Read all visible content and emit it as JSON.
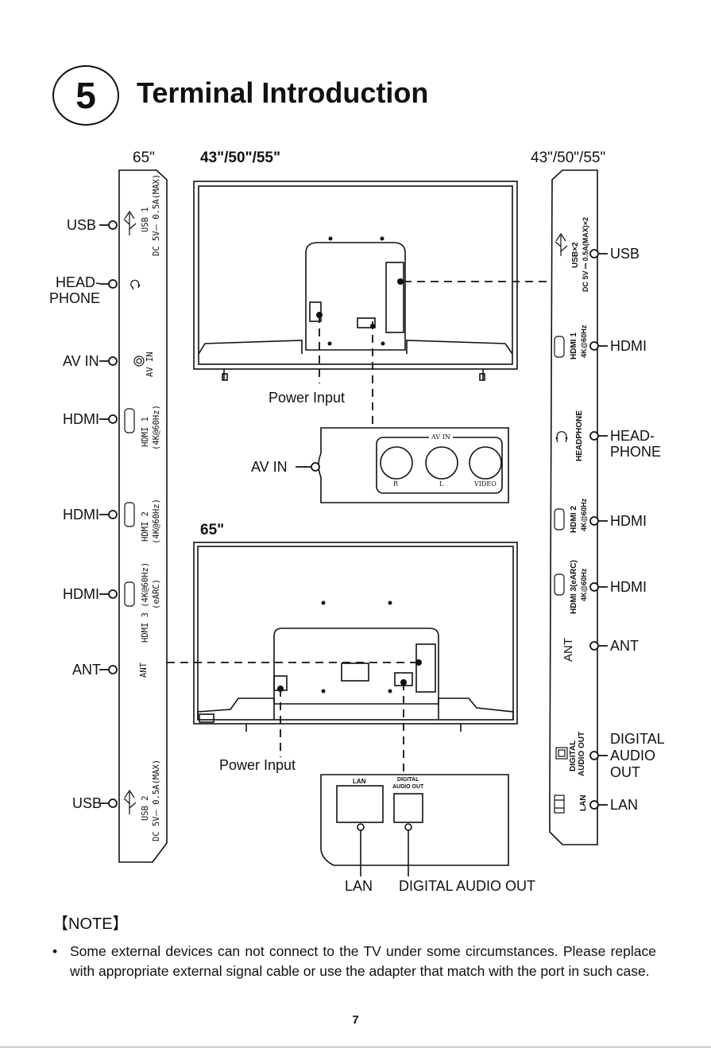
{
  "section": {
    "number": "5",
    "title": "Terminal Introduction"
  },
  "left_panel": {
    "size": "65\"",
    "ports": [
      {
        "label": "USB",
        "text1": "USB 1",
        "text2": "DC 5V⎓ 0.5A(MAX)"
      },
      {
        "label": "HEAD-\nPHONE"
      },
      {
        "label": "AV IN",
        "text1": "AV IN"
      },
      {
        "label": "HDMI",
        "text1": "HDMI 1",
        "text2": "(4K@60Hz)"
      },
      {
        "label": "HDMI",
        "text1": "HDMI 2",
        "text2": "(4K@60Hz)"
      },
      {
        "label": "HDMI",
        "text1": "HDMI 3 (4K@60Hz)",
        "text2": "(eARC)"
      },
      {
        "label": "ANT",
        "text1": "ANT"
      },
      {
        "label": "USB",
        "text1": "USB 2",
        "text2": "DC 5V⎓ 0.5A(MAX)"
      }
    ]
  },
  "center": {
    "top_size": "43\"/50\"/55\"",
    "top_power_label": "Power Input",
    "av_in_box": {
      "label": "AV IN",
      "caption": "AV IN",
      "jacks": [
        "R",
        "L",
        "VIDEO"
      ]
    },
    "bottom_size": "65\"",
    "bottom_power_label": "Power Input",
    "lan_box": {
      "lan_caption": "LAN",
      "digital_caption": "DIGITAL\nAUDIO OUT",
      "lan_label": "LAN",
      "digital_label": "DIGITAL AUDIO OUT"
    }
  },
  "right_panel": {
    "size": "43\"/50\"/55\"",
    "ports": [
      {
        "label": "USB",
        "text1": "USB×2",
        "text2": "DC 5V ⎓ 0.5A(MAX)×2"
      },
      {
        "label": "HDMI",
        "text1": "HDMI 1",
        "text2": "4K@60Hz"
      },
      {
        "label": "HEAD-\nPHONE",
        "text1": "HEADPHONE"
      },
      {
        "label": "HDMI",
        "text1": "HDMI 2",
        "text2": "4K@60Hz"
      },
      {
        "label": "HDMI",
        "text1": "HDMI 3(eARC)",
        "text2": "4K@60Hz"
      },
      {
        "label": "ANT",
        "text1": "ANT"
      },
      {
        "label": "DIGITAL\nAUDIO\nOUT",
        "text1": "DIGITAL",
        "text2": "AUDIO OUT"
      },
      {
        "label": "LAN",
        "text1": "LAN"
      }
    ]
  },
  "note": {
    "heading": "【NOTE】",
    "bullet": "•",
    "text": "Some external devices can not connect to the TV under some circumstances. Please replace with appropriate external signal cable or use the adapter that match with the port in such case."
  },
  "page_number": "7"
}
